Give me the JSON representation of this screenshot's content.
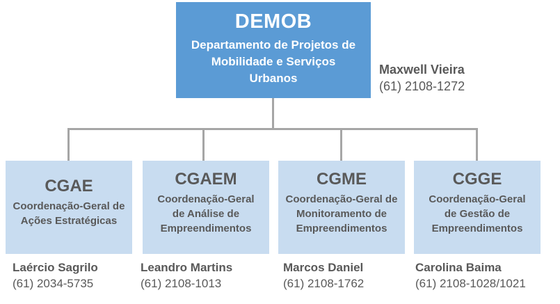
{
  "org": {
    "root": {
      "acronym": "DEMOB",
      "name": "Departamento de Projetos de Mobilidade e Serviços Urbanos",
      "manager": {
        "name": "Maxwell Vieira",
        "phone": "(61) 2108-1272"
      }
    },
    "units": [
      {
        "acronym": "CGAE",
        "name": "Coordenação-Geral de Ações Estratégicas",
        "manager": {
          "name": "Laércio Sagrilo",
          "phone": "(61) 2034-5735"
        }
      },
      {
        "acronym": "CGAEM",
        "name": "Coordenação-Geral de Análise de Empreendimentos",
        "manager": {
          "name": "Leandro Martins",
          "phone": "(61) 2108-1013"
        }
      },
      {
        "acronym": "CGME",
        "name": "Coordenação-Geral de Monitoramento de Empreendimentos",
        "manager": {
          "name": "Marcos Daniel",
          "phone": "(61) 2108-1762"
        }
      },
      {
        "acronym": "CGGE",
        "name": "Coordenação-Geral de Gestão de Empreendimentos",
        "manager": {
          "name": "Carolina Baima",
          "phone": "(61) 2108-1028/1021"
        }
      }
    ],
    "colors": {
      "root_box": "#5B9BD5",
      "unit_box": "#C8DCF0",
      "text_dark": "#595959",
      "connector": "#A6A6A6",
      "root_text": "#FFFFFF"
    }
  }
}
